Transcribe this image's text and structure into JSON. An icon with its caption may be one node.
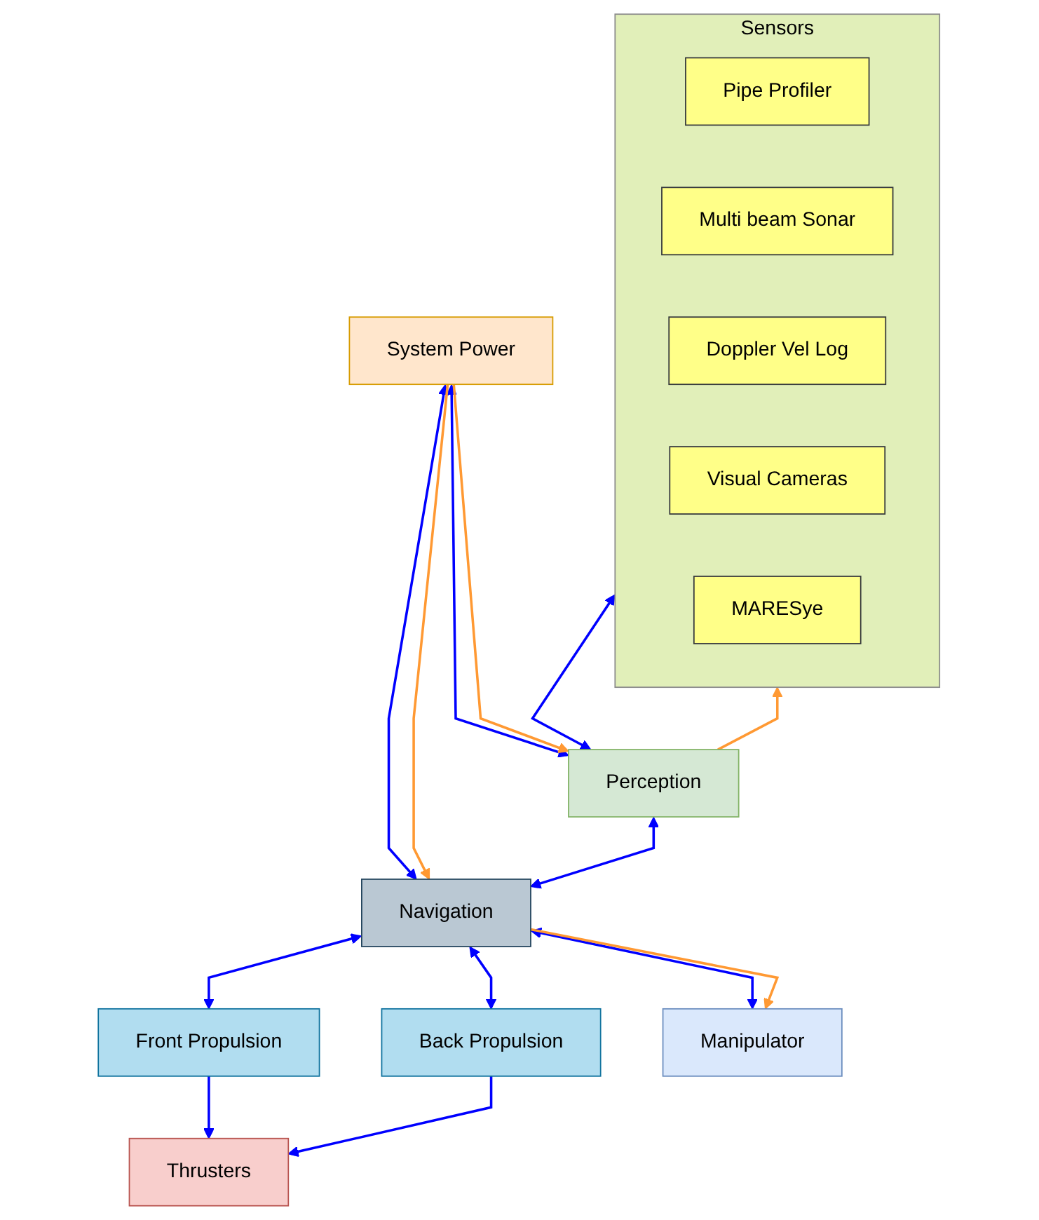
{
  "diagram": {
    "nodes": [
      {
        "text": [
          "Sensors"
        ]
      },
      {
        "text": [
          "Pipe Profiler"
        ],
        "in": 0
      },
      {
        "text": [
          "Multi beam Sonar"
        ],
        "in": 0
      },
      {
        "text": [
          "Doppler Vel Log"
        ],
        "in": 0
      },
      {
        "text": [
          "Visual Cameras"
        ],
        "in": 0
      },
      {
        "text": [
          "MARESye"
        ],
        "in": 0
      },
      {
        "text": [
          "System Power"
        ]
      },
      {
        "text": [
          "Perception"
        ]
      },
      {
        "text": [
          "Navigation"
        ]
      },
      {
        "text": [
          "Front Propulsion"
        ]
      },
      {
        "text": [
          "Back Propulsion"
        ]
      },
      {
        "text": [
          "Manipulator"
        ]
      },
      {
        "text": [
          "Thrusters"
        ]
      }
    ],
    "edges": [
      {
        "from": 6,
        "to": 7,
        "arrow": "both"
      },
      {
        "from": 6,
        "to": 8,
        "arrow": "both"
      },
      {
        "from": 6,
        "to": 7,
        "arrow": "to",
        "color": "#ff9933"
      },
      {
        "from": 6,
        "to": 8,
        "arrow": "to",
        "color": "#ff9933"
      },
      {
        "from": 7,
        "to": 0,
        "arrow": "to",
        "color": "#ff9933"
      },
      {
        "from": 0,
        "to": 7,
        "arrow": "both"
      },
      {
        "from": 7,
        "to": 8,
        "arrow": "both"
      },
      {
        "from": 8,
        "to": 9,
        "arrow": "both"
      },
      {
        "from": 8,
        "to": 10,
        "arrow": "both"
      },
      {
        "from": 8,
        "to": 11,
        "arrow": "both"
      },
      {
        "from": 8,
        "to": 11,
        "arrow": "to",
        "color": "#ff9933"
      },
      {
        "from": 9,
        "to": 12,
        "arrow": "to"
      },
      {
        "from": 10,
        "to": 12,
        "arrow": "to"
      }
    ]
  }
}
